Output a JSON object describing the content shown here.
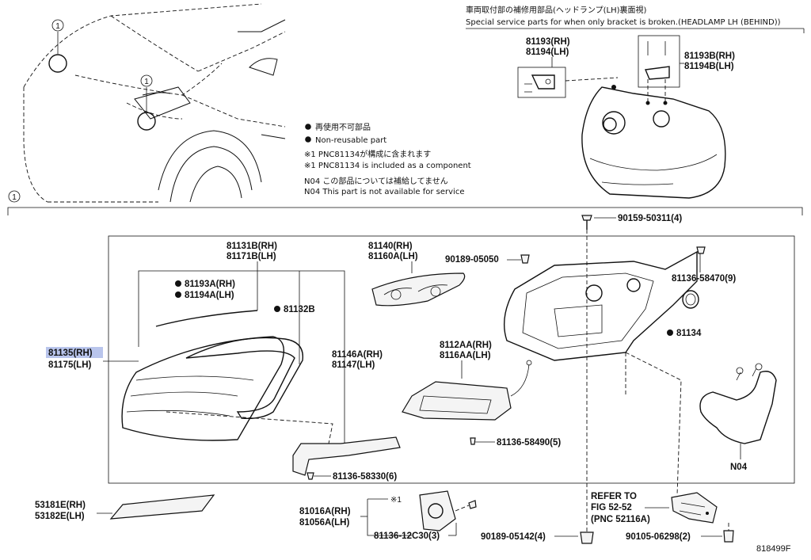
{
  "header": {
    "ja": "車両取付部の補修用部品(ヘッドランプ(LH)裏面視)",
    "en": "Special service parts for when only bracket is broken.(HEADLAMP LH (BEHIND))"
  },
  "legend": {
    "nonreusable_ja": "再使用不可部品",
    "nonreusable_en": "Non-reusable part",
    "note1_ja": "※1 PNC81134が構成に含まれます",
    "note1_en": "※1 PNC81134 is included as a component",
    "n04_ja": "N04  この部品については補給してません",
    "n04_en": "N04  This part is not available for service"
  },
  "callout": {
    "marker": "1"
  },
  "parts": {
    "p81193_rh": "81193(RH)",
    "p81194_lh": "81194(LH)",
    "p81193b_rh": "81193B(RH)",
    "p81194b_lh": "81194B(LH)",
    "p90159": "90159-50311(4)",
    "p81131b_rh": "81131B(RH)",
    "p81171b_lh": "81171B(LH)",
    "p81140_rh": "81140(RH)",
    "p81160a_lh": "81160A(LH)",
    "p90189_05050": "90189-05050",
    "p81136_58470": "81136-58470(9)",
    "p81193a_rh": "81193A(RH)",
    "p81194a_lh": "81194A(LH)",
    "p81132b": "81132B",
    "p81134": "81134",
    "p81135_rh": "81135(RH)",
    "p81175_lh": "81175(LH)",
    "p81146a_rh": "81146A(RH)",
    "p81147_lh": "81147(LH)",
    "p8112aa_rh": "8112AA(RH)",
    "p8116aa_lh": "8116AA(LH)",
    "p81136_58490": "81136-58490(5)",
    "n04": "N04",
    "p81136_58330": "81136-58330(6)",
    "p53181e_rh": "53181E(RH)",
    "p53182e_lh": "53182E(LH)",
    "note1_marker": "※1",
    "p81016a_rh": "81016A(RH)",
    "p81056a_lh": "81056A(LH)",
    "p81136_12c30": "81136-12C30(3)",
    "p90189_05142": "90189-05142(4)",
    "refer_to": "REFER TO",
    "fig_52_52": "FIG 52-52",
    "pnc_52116a": "(PNC 52116A)",
    "p90105_06298": "90105-06298(2)",
    "drawing_no": "818499F"
  },
  "colors": {
    "highlight": "#b9c5ec",
    "ink": "#111111"
  }
}
